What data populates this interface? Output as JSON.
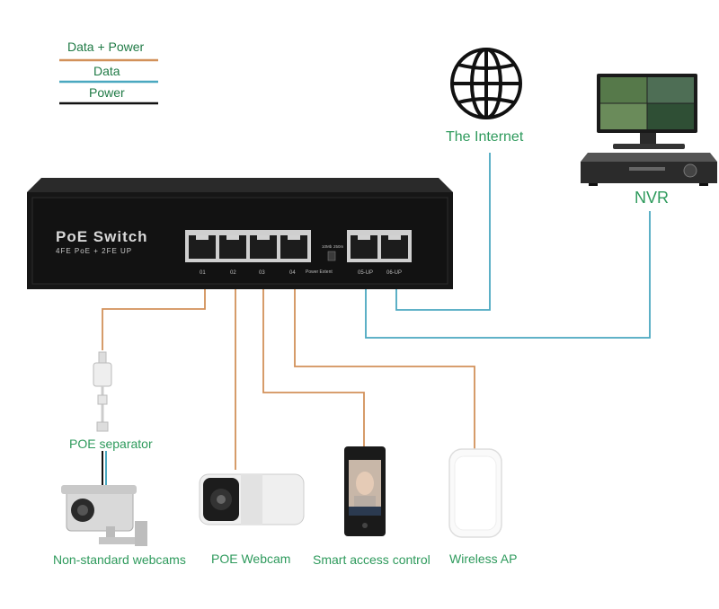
{
  "legend": {
    "items": [
      {
        "label": "Data + Power",
        "color": "#d2915a"
      },
      {
        "label": "Data",
        "color": "#4aa8c0"
      },
      {
        "label": "Power",
        "color": "#111111"
      }
    ]
  },
  "switch": {
    "title": "PoE Switch",
    "subtitle": "4FE PoE + 2FE UP",
    "port_labels": [
      "01",
      "02",
      "03",
      "04",
      "05-UP",
      "06-UP"
    ],
    "toggle_labels": [
      "10Mb",
      "250m"
    ],
    "power_label": "Power Extent"
  },
  "nodes": {
    "internet": "The Internet",
    "nvr": "NVR",
    "poe_separator": "POE separator",
    "non_standard": "Non-standard webcams",
    "poe_webcam": "POE Webcam",
    "access_control": "Smart access control",
    "wireless_ap": "Wireless AP"
  },
  "colors": {
    "data_power": "#d2915a",
    "data": "#4aa8c0",
    "label_green": "#2e9a5c"
  }
}
